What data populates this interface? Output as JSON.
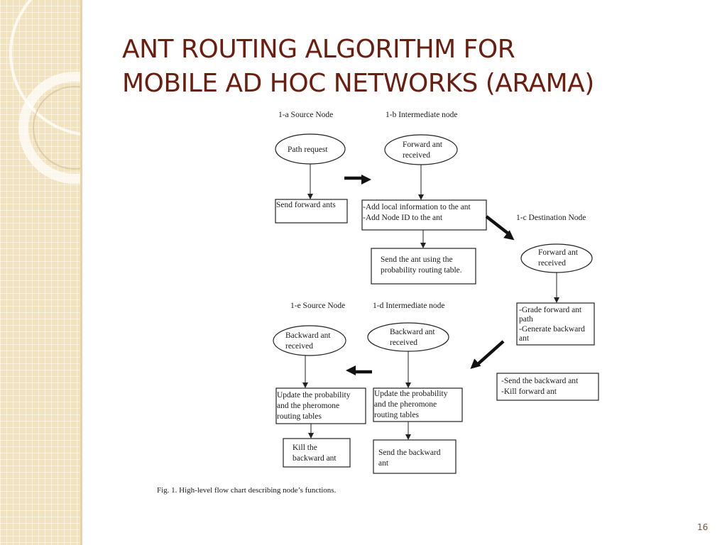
{
  "slide": {
    "title_line1": "ANT ROUTING ALGORITHM FOR",
    "title_line2": "MOBILE AD HOC NETWORKS (ARAMA)",
    "page_number": "16"
  },
  "diagram": {
    "headers": {
      "source_a": "1-a Source Node",
      "intermediate_b": "1-b Intermediate node",
      "destination_c": "1-c Destination Node",
      "source_e": "1-e Source Node",
      "intermediate_d": "1-d Intermediate node"
    },
    "nodes": {
      "path_request": [
        "Path request"
      ],
      "send_forward_ants": [
        "Send forward ants"
      ],
      "forward_ant_received_b": [
        "Forward ant",
        "received"
      ],
      "add_local_info": [
        "-Add local information to the ant",
        "-Add Node ID to the ant"
      ],
      "send_ant_probability": [
        "Send the ant using the",
        "probability routing table."
      ],
      "forward_ant_received_c": [
        "Forward ant",
        "received"
      ],
      "grade_generate": [
        "-Grade forward ant",
        "path",
        "-Generate backward",
        "ant"
      ],
      "send_backward_kill": [
        "-Send the backward ant",
        "-Kill forward ant"
      ],
      "backward_ant_received_d": [
        "Backward ant",
        "received"
      ],
      "update_tables_d": [
        "Update the probability",
        "and the pheromone",
        "routing tables"
      ],
      "send_backward_ant_d": [
        "Send the backward",
        "ant"
      ],
      "backward_ant_received_e": [
        "Backward ant",
        "received"
      ],
      "update_tables_e": [
        "Update the probability",
        "and the pheromone",
        "routing tables"
      ],
      "kill_backward_ant": [
        "Kill the",
        "backward ant"
      ]
    },
    "caption": "Fig. 1.    High-level flow chart describing node’s functions."
  }
}
